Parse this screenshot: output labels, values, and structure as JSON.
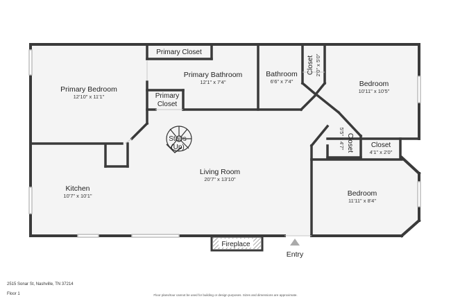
{
  "rooms": {
    "primary_bedroom": {
      "name": "Primary Bedroom",
      "dim": "12'10\" x 11'1\""
    },
    "primary_closet_top": {
      "name": "Primary Closet"
    },
    "primary_bathroom": {
      "name": "Primary Bathroom",
      "dim": "12'1\" x 7'4\""
    },
    "primary_closet_small": {
      "name_line1": "Primary",
      "name_line2": "Closet"
    },
    "bathroom": {
      "name": "Bathroom",
      "dim": "6'6\" x 7'4\""
    },
    "closet_vertical": {
      "name": "Closet",
      "dim": "2'0\" x 5'0\""
    },
    "bedroom_top": {
      "name": "Bedroom",
      "dim": "10'11\" x 10'5\""
    },
    "closet_diag": {
      "name": "Closet",
      "dim": "5'5\" x 4'7\""
    },
    "closet_small": {
      "name": "Closet",
      "dim": "4'1\" x 2'0\""
    },
    "stairs": {
      "line1": "Stairs",
      "line2": "(Up)"
    },
    "living_room": {
      "name": "Living Room",
      "dim": "20'7\" x 13'10\""
    },
    "kitchen": {
      "name": "Kitchen",
      "dim": "10'7\" x 10'1\""
    },
    "bedroom_bottom": {
      "name": "Bedroom",
      "dim": "11'11\" x 8'4\""
    },
    "fireplace": {
      "name": "Fireplace"
    },
    "entry": {
      "name": "Entry"
    }
  },
  "footer": {
    "address": "2515 Sonar St, Nashville, TN 37214",
    "floor": "Floor 1",
    "disclaimer": "Floor plans/tour cannot be used for building or design purposes. Sizes and dimensions are approximate."
  },
  "colors": {
    "wall": "#3a3a3a",
    "floor": "#f4f4f4",
    "window": "#cfcfcf"
  }
}
